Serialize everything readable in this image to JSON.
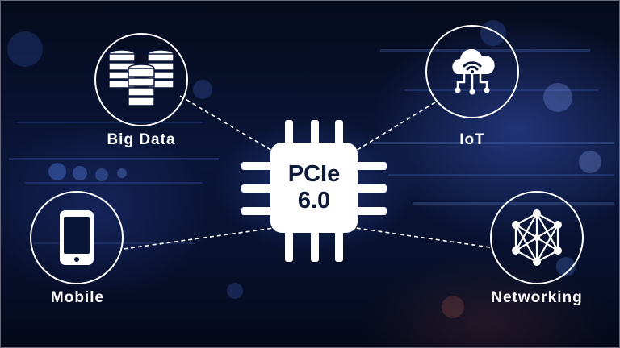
{
  "center_chip": {
    "line1": "PCIe",
    "line2": "6.0"
  },
  "nodes": {
    "big_data": {
      "label": "Big Data",
      "icon": "database-servers-icon"
    },
    "iot": {
      "label": "IoT",
      "icon": "cloud-wifi-icon"
    },
    "mobile": {
      "label": "Mobile",
      "icon": "smartphone-icon"
    },
    "networking": {
      "label": "Networking",
      "icon": "network-mesh-icon"
    }
  },
  "colors": {
    "background": "#0a1638",
    "accent": "#ffffff",
    "chip_text": "#0d1a3a"
  }
}
